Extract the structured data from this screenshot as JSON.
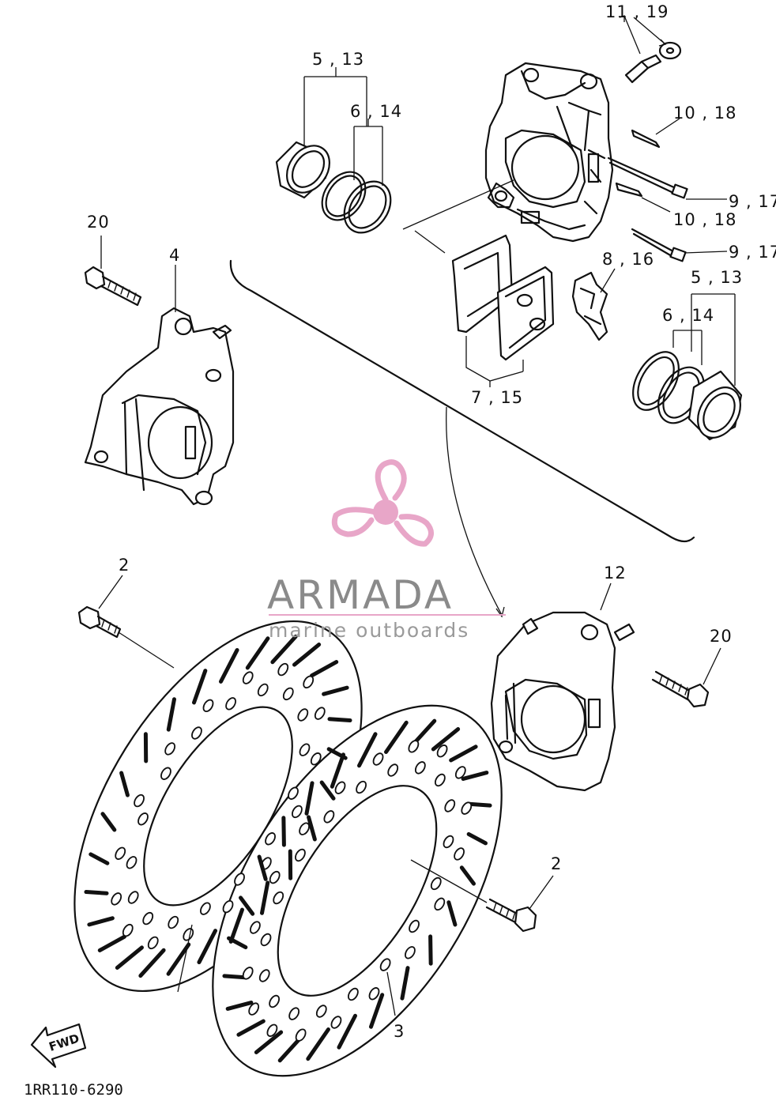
{
  "labels": {
    "p11_19": "11 , 19",
    "p5_13_top": "5 , 13",
    "p6_14_top": "6 , 14",
    "p10_18_top": "10 , 18",
    "p9_17_top": "9 , 17",
    "p10_18_mid": "10 , 18",
    "p9_17_mid": "9 , 17",
    "p20_left": "20",
    "p4": "4",
    "p8_16": "8 , 16",
    "p5_13_right": "5 , 13",
    "p6_14_right": "6 , 14",
    "p7_15": "7 , 15",
    "p2_left": "2",
    "p12": "12",
    "p20_right": "20",
    "p2_right": "2",
    "p3": "3"
  },
  "fwd_label": "FWD",
  "diagram_code": "1RR110-6290",
  "watermark": {
    "brand": "ARMADA",
    "tagline": "marine outboards",
    "logo_icon": "propeller-icon",
    "color_pink": "#e8a6c8",
    "color_gray": "#8a8a8a"
  }
}
